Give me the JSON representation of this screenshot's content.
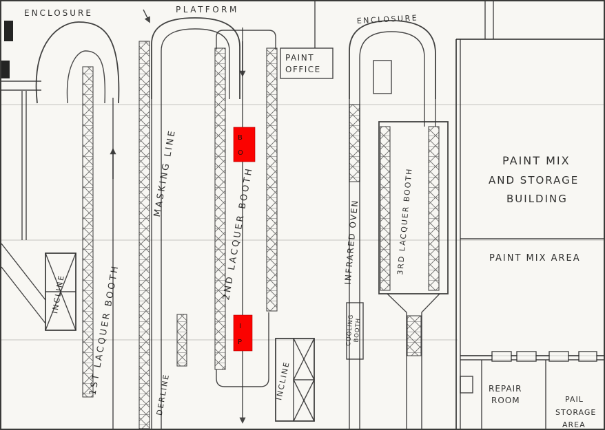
{
  "document": {
    "kind": "scanned paint-shop floor plan drawing"
  },
  "colors": {
    "paper": "#f8f7f3",
    "ink": "#2d2d2d",
    "marker_red": "#fb0200"
  },
  "labels": {
    "enclosure_left": "ENCLOSURE",
    "platform": "PLATFORM",
    "paint_office_line1": "PAINT",
    "paint_office_line2": "OFFICE",
    "enclosure_right": "ENCLOSURE",
    "masking_line": "MASKING LINE",
    "lacquer1": "1ST LACQUER BOOTH",
    "lacquer2": "2ND LACQUER BOOTH",
    "lacquer3": "3RD LACQUER BOOTH",
    "infrared_oven": "INFRARED OVEN",
    "cooling_line1": "COOLING",
    "cooling_line2": "BOOTH",
    "incline_left": "INCLINE",
    "incline_bottom": "INCLINE",
    "paint_mix_line1": "PAINT MIX",
    "paint_mix_line2": "AND STORAGE",
    "paint_mix_line3": "BUILDING",
    "paint_mix_area": "PAINT MIX AREA",
    "repair_line1": "REPAIR",
    "repair_line2": "ROOM",
    "pail_line1": "PAIL",
    "pail_line2": "STORAGE",
    "pail_line3": "AREA",
    "partial_line_label": "DERLINE"
  },
  "markers": {
    "bo": {
      "line1": "B",
      "line2": "O"
    },
    "ip": {
      "line1": "I",
      "line2": "P"
    }
  }
}
